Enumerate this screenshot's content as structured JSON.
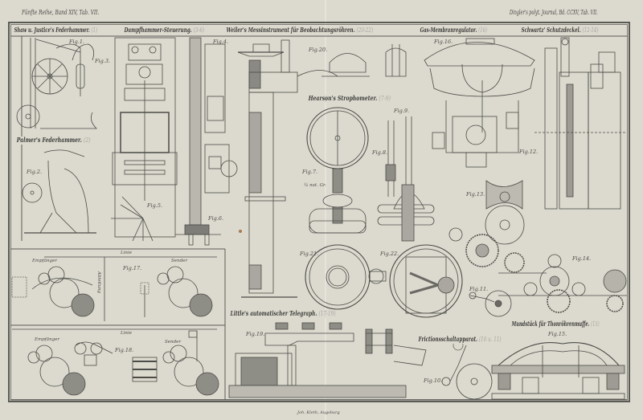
{
  "header": {
    "left": "Fünfte Reihe, Band XIV, Tab. VII.",
    "right": "Dingler's polyt. Journal, Bd. CCXV, Tab. VII."
  },
  "sections": [
    {
      "title": "Shaw u. Justice's Federhammer.",
      "ref": "(1)"
    },
    {
      "title": "Dampfhammer-Steuerung.",
      "ref": "(3-6)"
    },
    {
      "title": "Weiler's Messinstrument für Beobachtungsröhren.",
      "ref": "(20-22)"
    },
    {
      "title": "Gas-Membranregulator.",
      "ref": "(16)"
    },
    {
      "title": "Schwartz' Schutzdeckel.",
      "ref": "(12-14)"
    },
    {
      "title": "Palmer's Federhammer.",
      "ref": "(2)"
    },
    {
      "title": "Hearson's Strophometer.",
      "ref": "(7-9)"
    },
    {
      "title": "Little's automatischer Telegraph.",
      "ref": "(17-19)"
    },
    {
      "title": "Frictionsschaltapparat.",
      "ref": "(10 u. 11)"
    },
    {
      "title": "Mundstück für Thonröhrenmuffe.",
      "ref": "(15)"
    }
  ],
  "figures": {
    "fig1": "Fig.1.",
    "fig2": "Fig.2.",
    "fig3": "Fig.3.",
    "fig4": "Fig.4.",
    "fig5": "Fig.5.",
    "fig6": "Fig.6.",
    "fig7": "Fig.7.",
    "fig8": "Fig.8.",
    "fig9": "Fig.9.",
    "fig10": "Fig.10.",
    "fig11": "Fig.11.",
    "fig12": "Fig.12.",
    "fig13": "Fig.13.",
    "fig14": "Fig.14.",
    "fig15": "Fig.15.",
    "fig16": "Fig.16.",
    "fig17": "Fig.17.",
    "fig18": "Fig.18.",
    "fig19": "Fig.19.",
    "fig20": "Fig.20.",
    "fig21": "Fig.21.",
    "fig22": "Fig.22."
  },
  "annotations": {
    "empfaenger1": "Empfänger",
    "sender1": "Sender",
    "linie1": "Linie",
    "ableitung": "Ableitung",
    "empfaenger2": "Empfänger",
    "sender2": "Sender",
    "linie2": "Linie",
    "scale": "¼ nat. Gr."
  },
  "imprint": "Joh. Kleth, Augsburg",
  "colors": {
    "paper": "#dcdacf",
    "ink": "#3a3a38",
    "ref_ink": "#a7a6a0"
  }
}
